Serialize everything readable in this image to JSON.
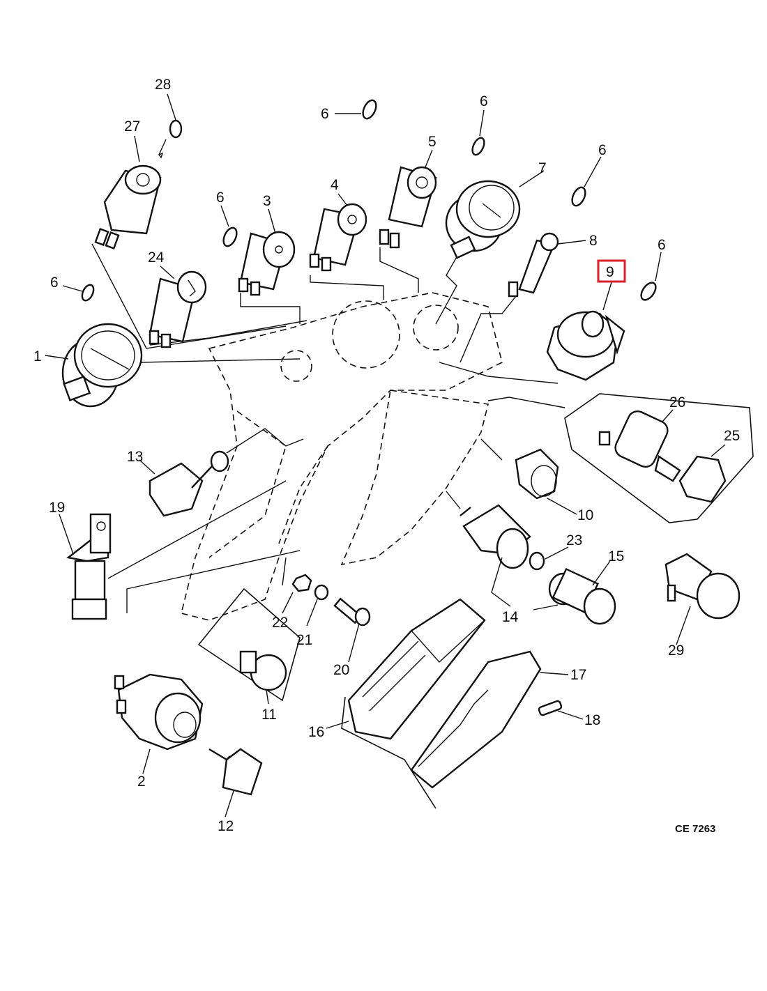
{
  "diagram": {
    "reference_code": "CE 7263",
    "highlighted_item": "9",
    "highlight_color": "#d8202a",
    "callouts": [
      {
        "id": "c28",
        "label": "28"
      },
      {
        "id": "c27",
        "label": "27"
      },
      {
        "id": "c6a",
        "label": "6"
      },
      {
        "id": "c5",
        "label": "5"
      },
      {
        "id": "c6b",
        "label": "6"
      },
      {
        "id": "c7",
        "label": "7"
      },
      {
        "id": "c6c",
        "label": "6"
      },
      {
        "id": "c6d",
        "label": "6"
      },
      {
        "id": "c3",
        "label": "3"
      },
      {
        "id": "c4",
        "label": "4"
      },
      {
        "id": "c24",
        "label": "24"
      },
      {
        "id": "c8",
        "label": "8"
      },
      {
        "id": "c6e",
        "label": "6"
      },
      {
        "id": "c9",
        "label": "9"
      },
      {
        "id": "c6f",
        "label": "6"
      },
      {
        "id": "c1",
        "label": "1"
      },
      {
        "id": "c26",
        "label": "26"
      },
      {
        "id": "c25",
        "label": "25"
      },
      {
        "id": "c13",
        "label": "13"
      },
      {
        "id": "c10",
        "label": "10"
      },
      {
        "id": "c19",
        "label": "19"
      },
      {
        "id": "c23",
        "label": "23"
      },
      {
        "id": "c15",
        "label": "15"
      },
      {
        "id": "c14",
        "label": "14"
      },
      {
        "id": "c22",
        "label": "22"
      },
      {
        "id": "c21",
        "label": "21"
      },
      {
        "id": "c29",
        "label": "29"
      },
      {
        "id": "c20",
        "label": "20"
      },
      {
        "id": "c17",
        "label": "17"
      },
      {
        "id": "c11",
        "label": "11"
      },
      {
        "id": "c16",
        "label": "16"
      },
      {
        "id": "c18",
        "label": "18"
      },
      {
        "id": "c2",
        "label": "2"
      },
      {
        "id": "c12",
        "label": "12"
      }
    ]
  }
}
